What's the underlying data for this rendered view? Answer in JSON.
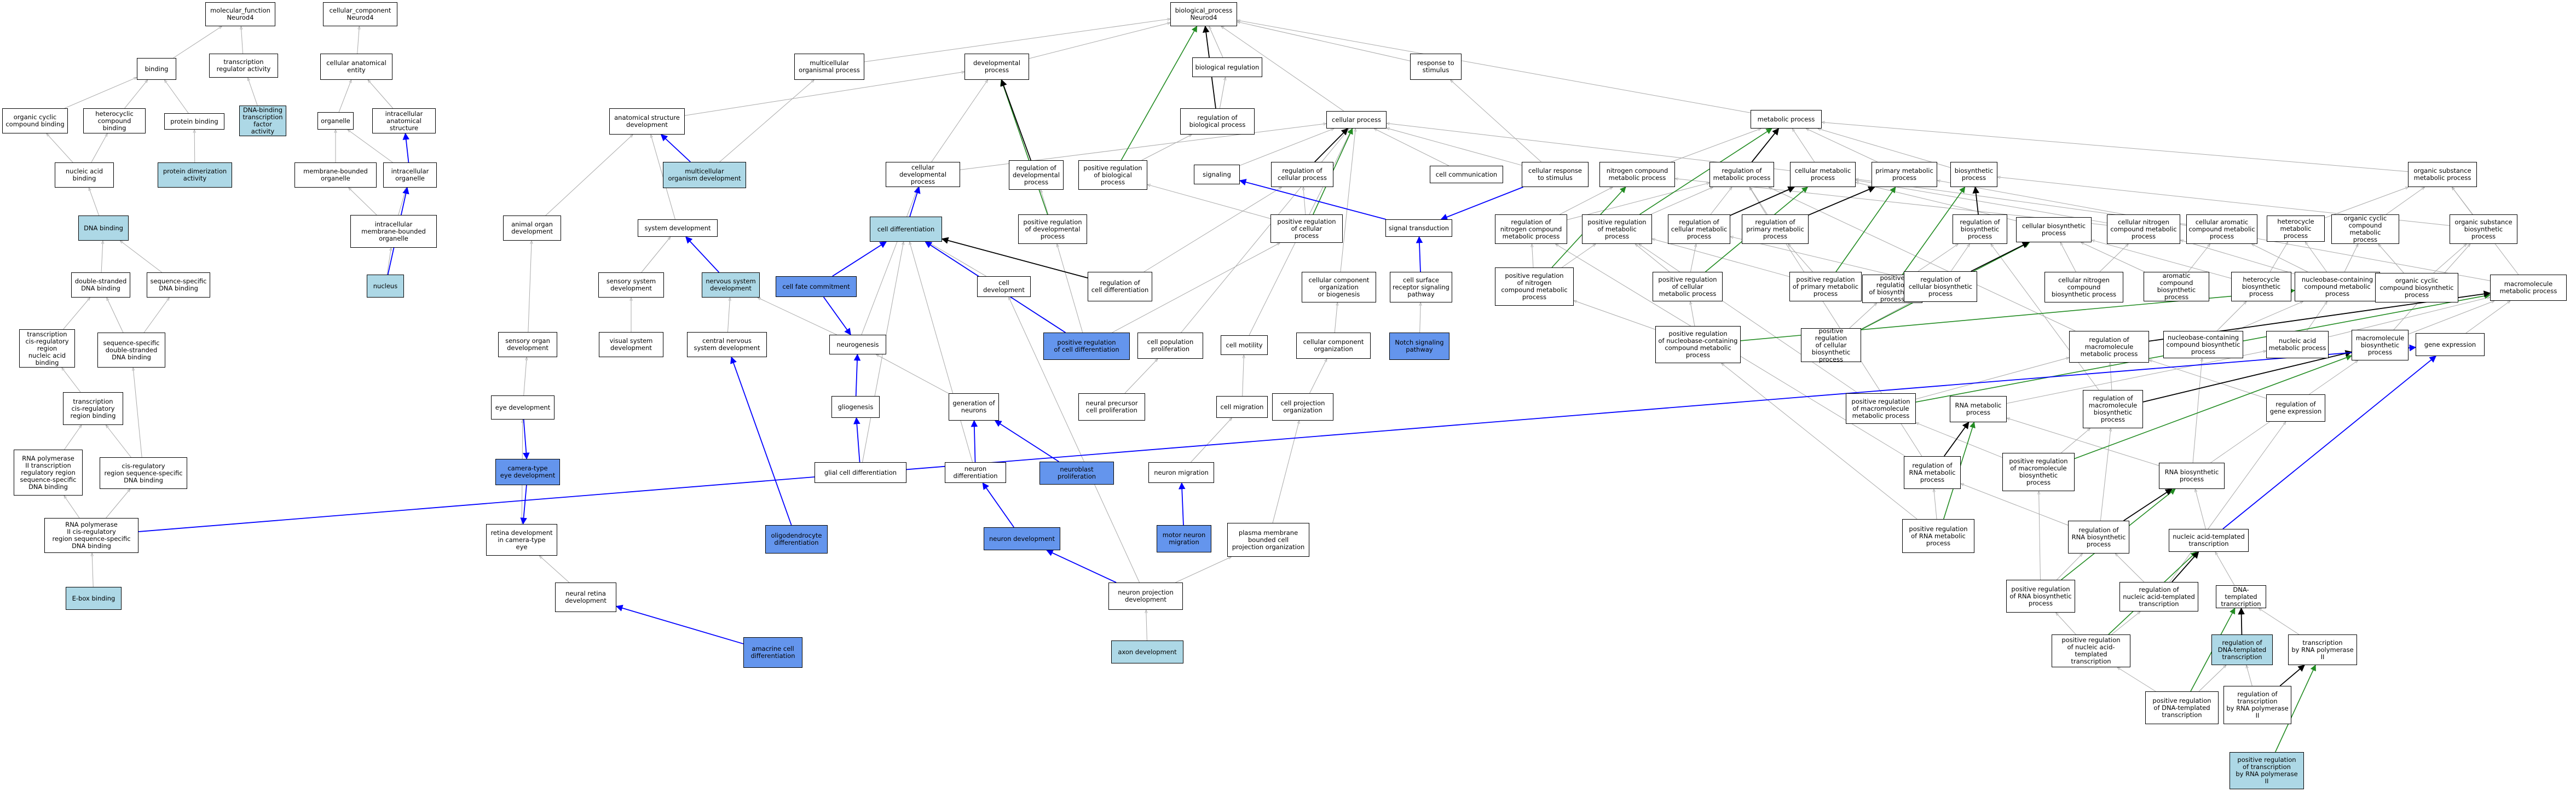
{
  "colors": {
    "gray": "#a9a9a9",
    "black": "#000000",
    "blue": "#0000ff",
    "green": "#228b22",
    "light": "#add8e6",
    "dark": "#6495ed"
  },
  "nodes": {
    "mf": "molecular_function\nNeurod4",
    "cc": "cellular_component\nNeurod4",
    "bp": "biological_process\nNeurod4",
    "binding": "binding",
    "tra": "transcription\nregulator activity",
    "cae": "cellular anatomical\nentity",
    "mop": "multicellular\norganismal process",
    "dp": "developmental\nprocess",
    "breg": "biological regulation",
    "rts": "response to\nstimulus",
    "occb": "organic cyclic\ncompound binding",
    "hcb": "heterocyclic\ncompound binding",
    "pb": "protein binding",
    "dbtfa": "DNA-binding\ntranscription\nfactor activity",
    "organelle": "organelle",
    "ias": "intracellular\nanatomical structure",
    "asd": "anatomical structure\ndevelopment",
    "rbp": "regulation of\nbiological process",
    "cp": "cellular process",
    "mp": "metabolic process",
    "nab": "nucleic acid\nbinding",
    "pda": "protein dimerization\nactivity",
    "mbo": "membrane-bounded\norganelle",
    "io": "intracellular\norganelle",
    "mod": "multicellular\norganism development",
    "cdp": "cellular developmental\nprocess",
    "rdp": "regulation of\ndevelopmental\nprocess",
    "prbp": "positive regulation\nof biological\nprocess",
    "sig": "signaling",
    "rcp": "regulation of\ncellular process",
    "ccom": "cell communication",
    "crs": "cellular response\nto stimulus",
    "ncmp": "nitrogen compound\nmetabolic process",
    "rmp": "regulation of\nmetabolic process",
    "cmp": "cellular metabolic\nprocess",
    "pmp": "primary metabolic\nprocess",
    "bsp": "biosynthetic\nprocess",
    "osmp": "organic substance\nmetabolic process",
    "dnab": "DNA binding",
    "imbo": "intracellular\nmembrane-bounded\norganelle",
    "aod": "animal organ\ndevelopment",
    "sd": "system development",
    "cdiff": "cell differentiation",
    "prdp": "positive regulation\nof developmental\nprocess",
    "prcp": "positive regulation\nof cellular\nprocess",
    "st": "signal transduction",
    "rncmp": "regulation of\nnitrogen compound\nmetabolic process",
    "prmp": "positive regulation\nof metabolic\nprocess",
    "rcmp": "regulation of\ncellular metabolic\nprocess",
    "rpmp": "regulation of\nprimary metabolic\nprocess",
    "rbsp": "regulation of\nbiosynthetic\nprocess",
    "cbsp": "cellular biosynthetic\nprocess",
    "cncmp": "cellular nitrogen\ncompound metabolic\nprocess",
    "camp": "cellular aromatic\ncompound metabolic\nprocess",
    "hmp": "heterocycle\nmetabolic process",
    "occmp": "organic cyclic\ncompound metabolic\nprocess",
    "osbsp": "organic substance\nbiosynthetic\nprocess",
    "dsdb": "double-stranded\nDNA binding",
    "ssdb": "sequence-specific\nDNA binding",
    "nucleus": "nucleus",
    "ssd": "sensory system\ndevelopment",
    "nsd": "nervous system\ndevelopment",
    "cfc": "cell fate commitment",
    "cdev": "cell development",
    "rcd": "regulation of\ncell differentiation",
    "prcd": "positive regulation\nof cell differentiation",
    "ccob": "cellular component\norganization\nor biogenesis",
    "csrsp": "cell surface\nreceptor signaling\npathway",
    "prncmp": "positive regulation\nof nitrogen\ncompound metabolic\nprocess",
    "prcmp": "positive regulation\nof cellular\nmetabolic process",
    "prpmp": "positive regulation\nof primary metabolic\nprocess",
    "prbsp": "positive regulation\nof biosynthetic\nprocess",
    "rcbsp": "regulation of\ncellular biosynthetic\nprocess",
    "cnccbsp": "cellular nitrogen\ncompound\nbiosynthetic process",
    "acbsp": "aromatic compound\nbiosynthetic\nprocess",
    "hbsp": "heterocycle\nbiosynthetic\nprocess",
    "nccmp": "nucleobase-containing\ncompound metabolic\nprocess",
    "occbsp": "organic cyclic\ncompound biosynthetic\nprocess",
    "mmp": "macromolecule\nmetabolic process",
    "trcrnab": "transcription\ncis-regulatory region\nnucleic acid\nbinding",
    "ssdsdb": "sequence-specific\ndouble-stranded\nDNA binding",
    "sod": "sensory organ\ndevelopment",
    "vsd": "visual system\ndevelopment",
    "cnsd": "central nervous\nsystem development",
    "neurogenesis": "neurogenesis",
    "cpp": "cell population\nproliferation",
    "cmot": "cell motility",
    "cco": "cellular component\norganization",
    "nsp": "Notch signaling\npathway",
    "prncc": "positive regulation\nof nucleobase-containing\ncompound metabolic\nprocess",
    "prcbsp": "positive regulation\nof cellular\nbiosynthetic\nprocess",
    "rmmp": "regulation of\nmacromolecule\nmetabolic process",
    "nccbsp": "nucleobase-containing\ncompound biosynthetic\nprocess",
    "nametp": "nucleic acid\nmetabolic process",
    "mbsp": "macromolecule\nbiosynthetic\nprocess",
    "ge": "gene expression",
    "trcrb": "transcription\ncis-regulatory\nregion binding",
    "ed": "eye development",
    "gliog": "gliogenesis",
    "gon": "generation of\nneurons",
    "nppr": "neural precursor\ncell proliferation",
    "cmig": "cell migration",
    "cpo": "cell projection\norganization",
    "prmmp": "positive regulation\nof macromolecule\nmetabolic process",
    "rnamp": "RNA metabolic\nprocess",
    "rmbsp": "regulation of\nmacromolecule\nbiosynthetic\nprocess",
    "rge": "regulation of\ngene expression",
    "rnap2": "RNA polymerase\nII transcription\nregulatory region\nsequence-specific\nDNA binding",
    "crsdb": "cis-regulatory\nregion sequence-specific\nDNA binding",
    "ctyed": "camera-type\neye development",
    "gcd": "glial cell differentiation",
    "nd": "neuron differentiation",
    "nbp": "neuroblast proliferation",
    "nmig": "neuron migration",
    "rrnamp": "regulation of\nRNA metabolic\nprocess",
    "prmbsp": "positive regulation\nof macromolecule\nbiosynthetic\nprocess",
    "rnabsp": "RNA biosynthetic\nprocess",
    "rnap2c": "RNA polymerase\nII cis-regulatory\nregion sequence-specific\nDNA binding",
    "rdev": "retina development\nin camera-type\neye",
    "odd": "oligodendrocyte\ndifferentiation",
    "ndev": "neuron development",
    "mnm": "motor neuron\nmigration",
    "pmbcpo": "plasma membrane\nbounded cell\nprojection organization",
    "prrnamp": "positive regulation\nof RNA metabolic\nprocess",
    "rrnabsp": "regulation of\nRNA biosynthetic\nprocess",
    "natt": "nucleic acid-templated\ntranscription",
    "ebox": "E-box binding",
    "nrd": "neural retina\ndevelopment",
    "npd": "neuron projection\ndevelopment",
    "prrnabsp": "positive regulation\nof RNA biosynthetic\nprocess",
    "rnatt": "regulation of\nnucleic acid-templated\ntranscription",
    "dtt": "DNA-templated\ntranscription",
    "acd": "amacrine cell\ndifferentiation",
    "ad": "axon development",
    "prnatt": "positive regulation\nof nucleic acid-templated\ntranscription",
    "rdtt": "regulation of\nDNA-templated\ntranscription",
    "trnap2": "transcription\nby RNA polymerase\nII",
    "prdtt": "positive regulation\nof DNA-templated\ntranscription",
    "rtrnap2": "regulation of\ntranscription\nby RNA polymerase\nII",
    "prtrnap2": "positive regulation\nof transcription\nby RNA polymerase\nII"
  },
  "highlight": {
    "light": [
      "dbtfa",
      "pda",
      "dnab",
      "nucleus",
      "mod",
      "cdiff",
      "nsd",
      "ebox",
      "ad",
      "rdtt",
      "prtrnap2"
    ],
    "dark": [
      "cfc",
      "prcd",
      "nsp",
      "ctyed",
      "nbp",
      "odd",
      "ndev",
      "mnm",
      "acd"
    ]
  },
  "edges": {
    "gray": [
      [
        "binding",
        "mf"
      ],
      [
        "tra",
        "mf"
      ],
      [
        "cae",
        "cc"
      ],
      [
        "mop",
        "bp"
      ],
      [
        "dp",
        "bp"
      ],
      [
        "breg",
        "bp"
      ],
      [
        "rts",
        "bp"
      ],
      [
        "cp",
        "bp"
      ],
      [
        "mp",
        "bp"
      ],
      [
        "occb",
        "binding"
      ],
      [
        "hcb",
        "binding"
      ],
      [
        "pb",
        "binding"
      ],
      [
        "dbtfa",
        "tra"
      ],
      [
        "organelle",
        "cae"
      ],
      [
        "ias",
        "cae"
      ],
      [
        "asd",
        "dp"
      ],
      [
        "rbp",
        "breg"
      ],
      [
        "nab",
        "hcb"
      ],
      [
        "nab",
        "occb"
      ],
      [
        "pda",
        "pb"
      ],
      [
        "mbo",
        "organelle"
      ],
      [
        "io",
        "organelle"
      ],
      [
        "mod",
        "mop"
      ],
      [
        "mod",
        "asd"
      ],
      [
        "cdp",
        "dp"
      ],
      [
        "cdp",
        "cp"
      ],
      [
        "rdp",
        "dp"
      ],
      [
        "prbp",
        "rbp"
      ],
      [
        "sig",
        "cp"
      ],
      [
        "rcp",
        "cp"
      ],
      [
        "ccom",
        "cp"
      ],
      [
        "crs",
        "cp"
      ],
      [
        "crs",
        "rts"
      ],
      [
        "ncmp",
        "mp"
      ],
      [
        "rmp",
        "mp"
      ],
      [
        "cmp",
        "mp"
      ],
      [
        "cmp",
        "cp"
      ],
      [
        "pmp",
        "mp"
      ],
      [
        "bsp",
        "mp"
      ],
      [
        "osmp",
        "mp"
      ],
      [
        "dnab",
        "nab"
      ],
      [
        "imbo",
        "mbo"
      ],
      [
        "imbo",
        "io"
      ],
      [
        "aod",
        "asd"
      ],
      [
        "sd",
        "asd"
      ],
      [
        "cdiff",
        "cdp"
      ],
      [
        "prdp",
        "rdp"
      ],
      [
        "prcp",
        "rcp"
      ],
      [
        "prcp",
        "prbp"
      ],
      [
        "st",
        "sig"
      ],
      [
        "rncmp",
        "ncmp"
      ],
      [
        "rncmp",
        "rmp"
      ],
      [
        "prmp",
        "rmp"
      ],
      [
        "rcmp",
        "rmp"
      ],
      [
        "rcmp",
        "cmp"
      ],
      [
        "rpmp",
        "rmp"
      ],
      [
        "rpmp",
        "pmp"
      ],
      [
        "rbsp",
        "bsp"
      ],
      [
        "cbsp",
        "cmp"
      ],
      [
        "cncmp",
        "ncmp"
      ],
      [
        "cncmp",
        "cmp"
      ],
      [
        "camp",
        "cmp"
      ],
      [
        "hmp",
        "osmp"
      ],
      [
        "occmp",
        "osmp"
      ],
      [
        "osbsp",
        "osmp"
      ],
      [
        "osbsp",
        "bsp"
      ],
      [
        "dsdb",
        "dnab"
      ],
      [
        "ssdb",
        "dnab"
      ],
      [
        "nucleus",
        "imbo"
      ],
      [
        "ssd",
        "sd"
      ],
      [
        "nsd",
        "sd"
      ],
      [
        "cfc",
        "cdiff"
      ],
      [
        "cdev",
        "cdiff"
      ],
      [
        "rcd",
        "rcp"
      ],
      [
        "prcd",
        "prcp"
      ],
      [
        "prcd",
        "prdp"
      ],
      [
        "ccob",
        "cp"
      ],
      [
        "csrsp",
        "st"
      ],
      [
        "prncmp",
        "rncmp"
      ],
      [
        "prncmp",
        "prmp"
      ],
      [
        "prcmp",
        "rcmp"
      ],
      [
        "prcmp",
        "prmp"
      ],
      [
        "prpmp",
        "rpmp"
      ],
      [
        "prpmp",
        "prmp"
      ],
      [
        "prbsp",
        "rbsp"
      ],
      [
        "rcbsp",
        "rcmp"
      ],
      [
        "rcbsp",
        "rbsp"
      ],
      [
        "cnccbsp",
        "cncmp"
      ],
      [
        "cnccbsp",
        "cbsp"
      ],
      [
        "acbsp",
        "camp"
      ],
      [
        "acbsp",
        "cbsp"
      ],
      [
        "hbsp",
        "hmp"
      ],
      [
        "hbsp",
        "cbsp"
      ],
      [
        "nccmp",
        "hmp"
      ],
      [
        "nccmp",
        "camp"
      ],
      [
        "nccmp",
        "occmp"
      ],
      [
        "nccmp",
        "cncmp"
      ],
      [
        "occbsp",
        "occmp"
      ],
      [
        "occbsp",
        "osbsp"
      ],
      [
        "mmp",
        "pmp"
      ],
      [
        "mmp",
        "osmp"
      ],
      [
        "trcrnab",
        "dsdb"
      ],
      [
        "ssdsdb",
        "dsdb"
      ],
      [
        "ssdsdb",
        "ssdb"
      ],
      [
        "sod",
        "aod"
      ],
      [
        "vsd",
        "ssd"
      ],
      [
        "cnsd",
        "nsd"
      ],
      [
        "neurogenesis",
        "nsd"
      ],
      [
        "neurogenesis",
        "cdp"
      ],
      [
        "cpp",
        "cp"
      ],
      [
        "cmot",
        "cp"
      ],
      [
        "cco",
        "ccob"
      ],
      [
        "nsp",
        "csrsp"
      ],
      [
        "prncc",
        "prncmp"
      ],
      [
        "prncc",
        "prcmp"
      ],
      [
        "prcbsp",
        "prbsp"
      ],
      [
        "prcbsp",
        "rcbsp"
      ],
      [
        "rmmp",
        "rmp"
      ],
      [
        "nccbsp",
        "nccmp"
      ],
      [
        "nccbsp",
        "hbsp"
      ],
      [
        "nametp",
        "nccmp"
      ],
      [
        "nametp",
        "mmp"
      ],
      [
        "mbsp",
        "mmp"
      ],
      [
        "mbsp",
        "osbsp"
      ],
      [
        "ge",
        "mmp"
      ],
      [
        "trcrb",
        "trcrnab"
      ],
      [
        "ed",
        "sod"
      ],
      [
        "gliog",
        "neurogenesis"
      ],
      [
        "gon",
        "neurogenesis"
      ],
      [
        "nppr",
        "cpp"
      ],
      [
        "cmig",
        "cmot"
      ],
      [
        "cpo",
        "cco"
      ],
      [
        "prmmp",
        "rmmp"
      ],
      [
        "prmmp",
        "prmp"
      ],
      [
        "rnamp",
        "nametp"
      ],
      [
        "rmbsp",
        "rmmp"
      ],
      [
        "rmbsp",
        "rbsp"
      ],
      [
        "rge",
        "rmmp"
      ],
      [
        "rnap2",
        "trcrb"
      ],
      [
        "crsdb",
        "trcrb"
      ],
      [
        "crsdb",
        "ssdsdb"
      ],
      [
        "gcd",
        "cdiff"
      ],
      [
        "nd",
        "cdiff"
      ],
      [
        "nmig",
        "cmig"
      ],
      [
        "rrnamp",
        "rmp"
      ],
      [
        "rrnamp",
        "rncmp"
      ],
      [
        "prmbsp",
        "prmmp"
      ],
      [
        "prmbsp",
        "rmbsp"
      ],
      [
        "rnabsp",
        "rnamp"
      ],
      [
        "rnabsp",
        "mbsp"
      ],
      [
        "rnabsp",
        "nccbsp"
      ],
      [
        "rnap2c",
        "rnap2"
      ],
      [
        "rnap2c",
        "crsdb"
      ],
      [
        "rdev",
        "ed"
      ],
      [
        "pmbcpo",
        "cpo"
      ],
      [
        "prrnamp",
        "rrnamp"
      ],
      [
        "prrnamp",
        "prncc"
      ],
      [
        "rrnabsp",
        "rrnamp"
      ],
      [
        "rrnabsp",
        "rmbsp"
      ],
      [
        "natt",
        "rnabsp"
      ],
      [
        "ebox",
        "rnap2c"
      ],
      [
        "nrd",
        "rdev"
      ],
      [
        "npd",
        "cdev"
      ],
      [
        "npd",
        "pmbcpo"
      ],
      [
        "prrnabsp",
        "rrnabsp"
      ],
      [
        "prrnabsp",
        "prmbsp"
      ],
      [
        "dtt",
        "natt"
      ],
      [
        "ad",
        "npd"
      ],
      [
        "prnatt",
        "rnatt"
      ],
      [
        "prnatt",
        "prrnabsp"
      ],
      [
        "trnap2",
        "dtt"
      ],
      [
        "prdtt",
        "rdtt"
      ],
      [
        "prdtt",
        "prnatt"
      ],
      [
        "rtrnap2",
        "rdtt"
      ],
      [
        "rnatt",
        "rrnabsp"
      ],
      [
        "rnatt",
        "rge"
      ]
    ],
    "black": [
      [
        "rbp",
        "bp"
      ],
      [
        "rdp",
        "dp"
      ],
      [
        "rcp",
        "cp"
      ],
      [
        "rmp",
        "mp"
      ],
      [
        "rcmp",
        "cmp"
      ],
      [
        "rpmp",
        "pmp"
      ],
      [
        "rbsp",
        "bsp"
      ],
      [
        "rcbsp",
        "cbsp"
      ],
      [
        "rcd",
        "cdiff"
      ],
      [
        "rmmp",
        "mmp"
      ],
      [
        "rmbsp",
        "mbsp"
      ],
      [
        "rrnamp",
        "rnamp"
      ],
      [
        "rrnabsp",
        "rnabsp"
      ],
      [
        "rnatt",
        "natt"
      ],
      [
        "rdtt",
        "dtt"
      ],
      [
        "rtrnap2",
        "trnap2"
      ]
    ],
    "green": [
      [
        "prbp",
        "bp"
      ],
      [
        "prdp",
        "dp"
      ],
      [
        "prcp",
        "cp"
      ],
      [
        "prmp",
        "mp"
      ],
      [
        "prncmp",
        "ncmp"
      ],
      [
        "prcmp",
        "cmp"
      ],
      [
        "prpmp",
        "pmp"
      ],
      [
        "prbsp",
        "bsp"
      ],
      [
        "prcbsp",
        "cbsp"
      ],
      [
        "prcd",
        "cdiff"
      ],
      [
        "prncc",
        "nccmp"
      ],
      [
        "prmmp",
        "mmp"
      ],
      [
        "prmbsp",
        "mbsp"
      ],
      [
        "prrnamp",
        "rnamp"
      ],
      [
        "prrnabsp",
        "rnabsp"
      ],
      [
        "prnatt",
        "natt"
      ],
      [
        "prdtt",
        "dtt"
      ],
      [
        "prtrnap2",
        "trnap2"
      ]
    ],
    "blue": [
      [
        "io",
        "ias"
      ],
      [
        "nucleus",
        "io"
      ],
      [
        "mod",
        "asd"
      ],
      [
        "cdiff",
        "cdp"
      ],
      [
        "cfc",
        "cdiff"
      ],
      [
        "nsd",
        "sd"
      ],
      [
        "prcd",
        "cdiff"
      ],
      [
        "st",
        "sig"
      ],
      [
        "csrsp",
        "st"
      ],
      [
        "crs",
        "st"
      ],
      [
        "ed",
        "ctyed"
      ],
      [
        "ctyed",
        "rdev"
      ],
      [
        "odd",
        "cnsd"
      ],
      [
        "gcd",
        "gliog"
      ],
      [
        "nd",
        "gon"
      ],
      [
        "nbp",
        "gon"
      ],
      [
        "ndev",
        "nd"
      ],
      [
        "mnm",
        "nmig"
      ],
      [
        "npd",
        "ndev"
      ],
      [
        "acd",
        "nrd"
      ],
      [
        "rnap2c",
        "ge"
      ],
      [
        "gliog",
        "neurogenesis"
      ],
      [
        "cfc",
        "neurogenesis"
      ],
      [
        "natt",
        "ge"
      ]
    ]
  }
}
